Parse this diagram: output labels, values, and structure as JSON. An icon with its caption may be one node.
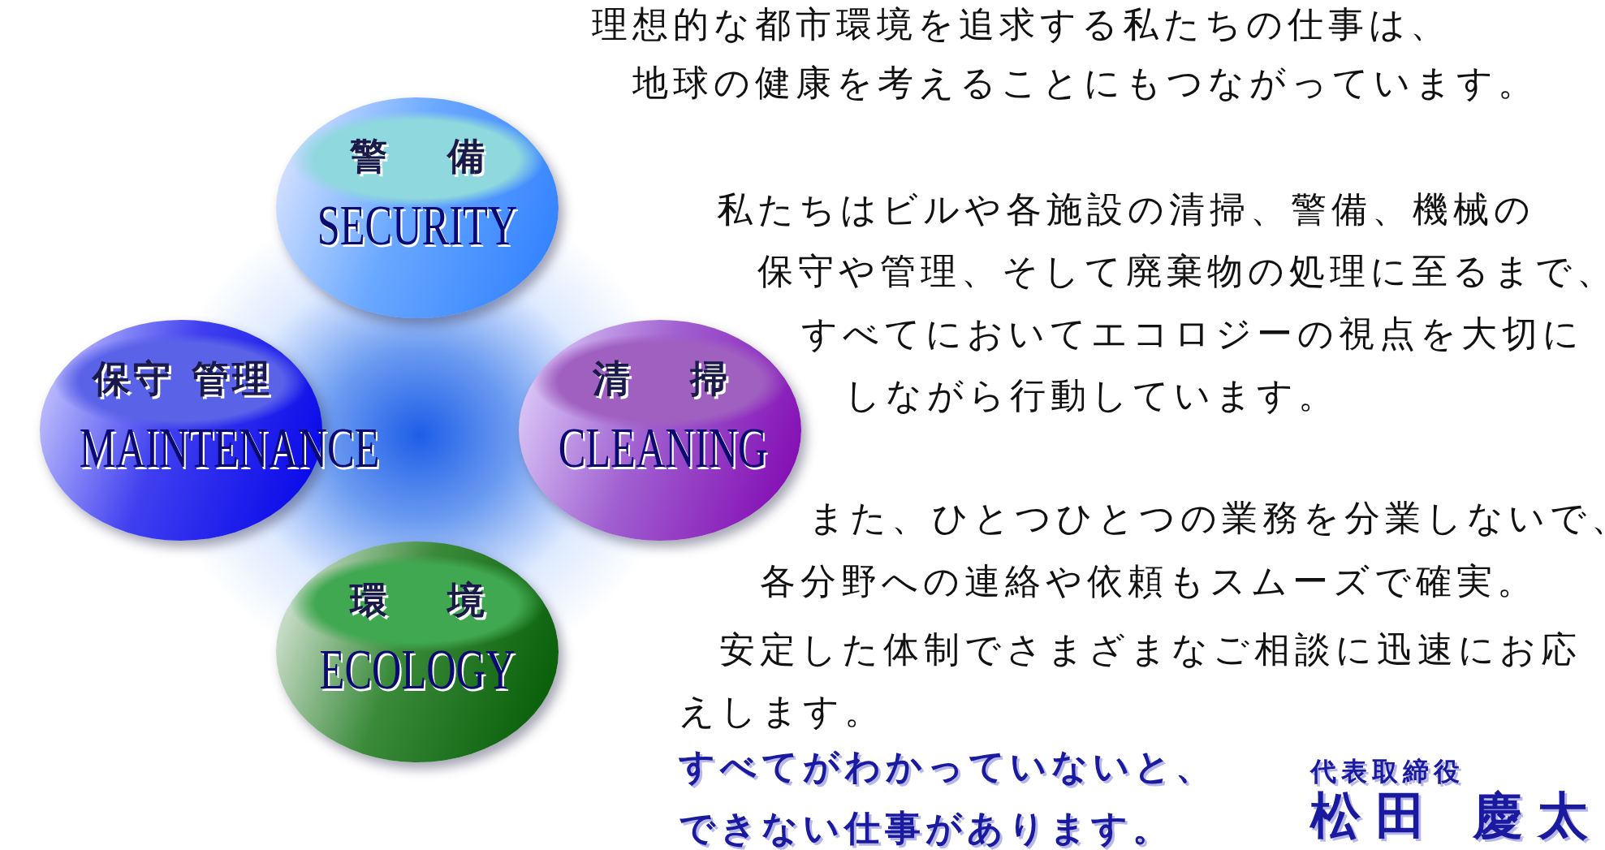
{
  "diagram": {
    "nodes": [
      {
        "text": [
          "警備",
          "SECURITY"
        ]
      },
      {
        "text": [
          "保守 管理",
          "MAINTENANCE"
        ]
      },
      {
        "text": [
          "清掃",
          "CLEANING"
        ]
      },
      {
        "text": [
          "環境",
          "ECOLOGY"
        ]
      }
    ],
    "labels": [
      "理想的な都市環境を追求する私たちの仕事は、",
      "地球の健康を考えることにもつながっています。",
      "私たちはビルや各施設の清掃、警備、機械の",
      "保守や管理、そして廃棄物の処理に至るまで、",
      "すべてにおいてエコロジーの視点を大切に",
      "しながら行動しています。",
      "また、ひとつひとつの業務を分業しないで、",
      "各分野への連絡や依頼もスムーズで確実。",
      "安定した体制でさまざまなご相談に迅速にお応えします。",
      "すべてがわかっていないと、",
      "できない仕事があります。",
      "代表取締役",
      "松田 慶太"
    ]
  }
}
